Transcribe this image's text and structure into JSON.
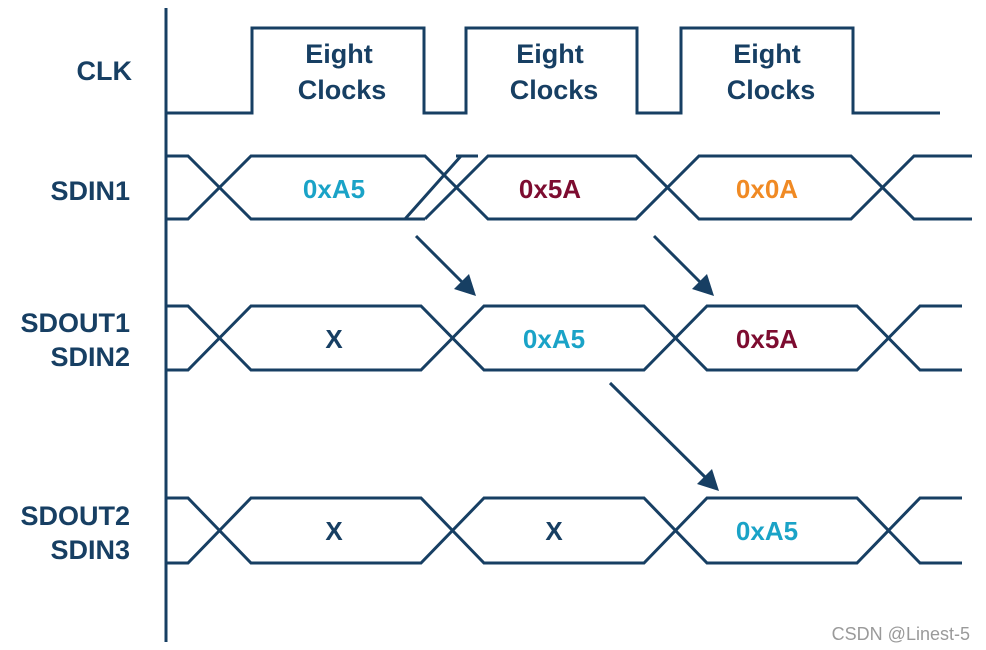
{
  "rows": {
    "clk": "CLK",
    "sdin1": "SDIN1",
    "sdout1": "SDOUT1",
    "sdin2": "SDIN2",
    "sdout2": "SDOUT2",
    "sdin3": "SDIN3"
  },
  "clock": {
    "pulse1": [
      "Eight",
      "Clocks"
    ],
    "pulse2": [
      "Eight",
      "Clocks"
    ],
    "pulse3": [
      "Eight",
      "Clocks"
    ]
  },
  "sdin1": [
    "0xA5",
    "0x5A",
    "0x0A"
  ],
  "sdout1_sdin2": [
    "X",
    "0xA5",
    "0x5A"
  ],
  "sdout2_sdin3": [
    "X",
    "X",
    "0xA5"
  ],
  "colors": {
    "line": "#173f63",
    "byte_a5": "#1aa3c7",
    "byte_5a": "#7d0c30",
    "byte_0a": "#f08a24",
    "dont_care": "#173f63"
  },
  "watermark": "CSDN @Linest-5"
}
